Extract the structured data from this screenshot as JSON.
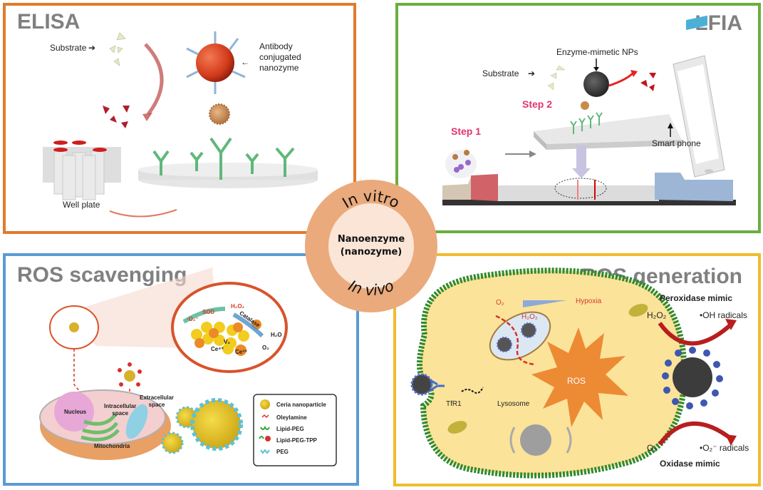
{
  "center": {
    "title_line1": "Nanoenzyme",
    "title_line2": "(nanozyme)",
    "top_arc": "In vitro",
    "bottom_arc": "In vivo",
    "outer_color": "#eaaa7c",
    "inner_color": "#fbe5d6"
  },
  "panels": {
    "elisa": {
      "title": "ELISA",
      "border_color": "#e07b2e",
      "labels": {
        "substrate": "Substrate",
        "antibody_1": "Antibody",
        "antibody_2": "conjugated",
        "antibody_3": "nanozyme",
        "well_plate": "Well plate"
      }
    },
    "lfia": {
      "title": "LFIA",
      "border_color": "#6aae3f",
      "labels": {
        "enzyme_np": "Enzyme-mimetic NPs",
        "substrate": "Substrate",
        "step1": "Step 1",
        "step2": "Step 2",
        "smart_phone": "Smart phone"
      }
    },
    "ros_scavenging": {
      "title": "ROS scavenging",
      "border_color": "#5b9bd5",
      "inset": {
        "superoxide": "·O₂⁻",
        "sod": "SOD",
        "h2o2": "H₂O₂",
        "catalase": "Catalase",
        "h2o": "H₂O",
        "o2": "O₂",
        "vo": "V₀",
        "ce4": "Ce⁴⁺",
        "ce3": "Ce³⁺"
      },
      "cell_labels": {
        "nucleus": "Nucleus",
        "intracellular_1": "Intracellular",
        "intracellular_2": "space",
        "extracellular_1": "Extracellular",
        "extracellular_2": "space",
        "mitochondria": "Mitochondria"
      },
      "legend": [
        {
          "label": "Ceria nanoparticle",
          "icon": "ceria-nanoparticle-icon"
        },
        {
          "label": "Oleylamine",
          "icon": "oleylamine-icon"
        },
        {
          "label": "Lipid-PEG",
          "icon": "lipid-peg-icon"
        },
        {
          "label": "Lipid-PEG-TPP",
          "icon": "lipid-peg-tpp-icon"
        },
        {
          "label": "PEG",
          "icon": "peg-icon"
        }
      ]
    },
    "ros_generation": {
      "title": "ROS generation",
      "border_color": "#f0bc2c",
      "labels": {
        "o2": "O₂",
        "hypoxia": "Hypoxia",
        "h2o2": "H₂O₂",
        "tfr1": "TfR1",
        "lysosome": "Lysosome",
        "ros": "ROS",
        "peroxidase": "Peroxidase mimic",
        "h2o2_right": "H₂O₂",
        "oh_radicals": "•OH radicals",
        "o2_right": "O₂",
        "o2_radicals": "•O₂⁻ radicals",
        "oxidase": "Oxidase mimic"
      }
    }
  }
}
